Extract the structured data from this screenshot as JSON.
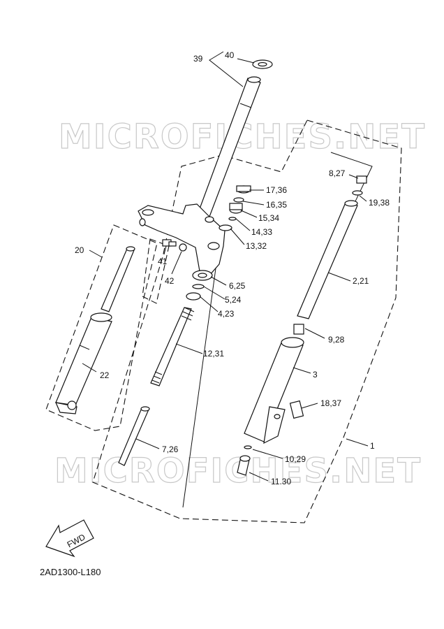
{
  "watermark": {
    "text": "MICROFICHES.NET"
  },
  "diagram_code": "2AD1300-L180",
  "fwd_label": "FWD",
  "callouts": {
    "c39": "39",
    "c40": "40",
    "c17": "17,36",
    "c16": "16,35",
    "c15": "15,34",
    "c14": "14,33",
    "c13": "13,32",
    "c6": "6,25",
    "c5": "5,24",
    "c4": "4,23",
    "c41": "41",
    "c42": "42",
    "c20": "20",
    "c22": "22",
    "c12": "12,31",
    "c7": "7,26",
    "c8": "8,27",
    "c19": "19,38",
    "c2": "2,21",
    "c9": "9,28",
    "c3": "3",
    "c18": "18,37",
    "c1": "1",
    "c10": "10,29",
    "c11": "11.30"
  }
}
